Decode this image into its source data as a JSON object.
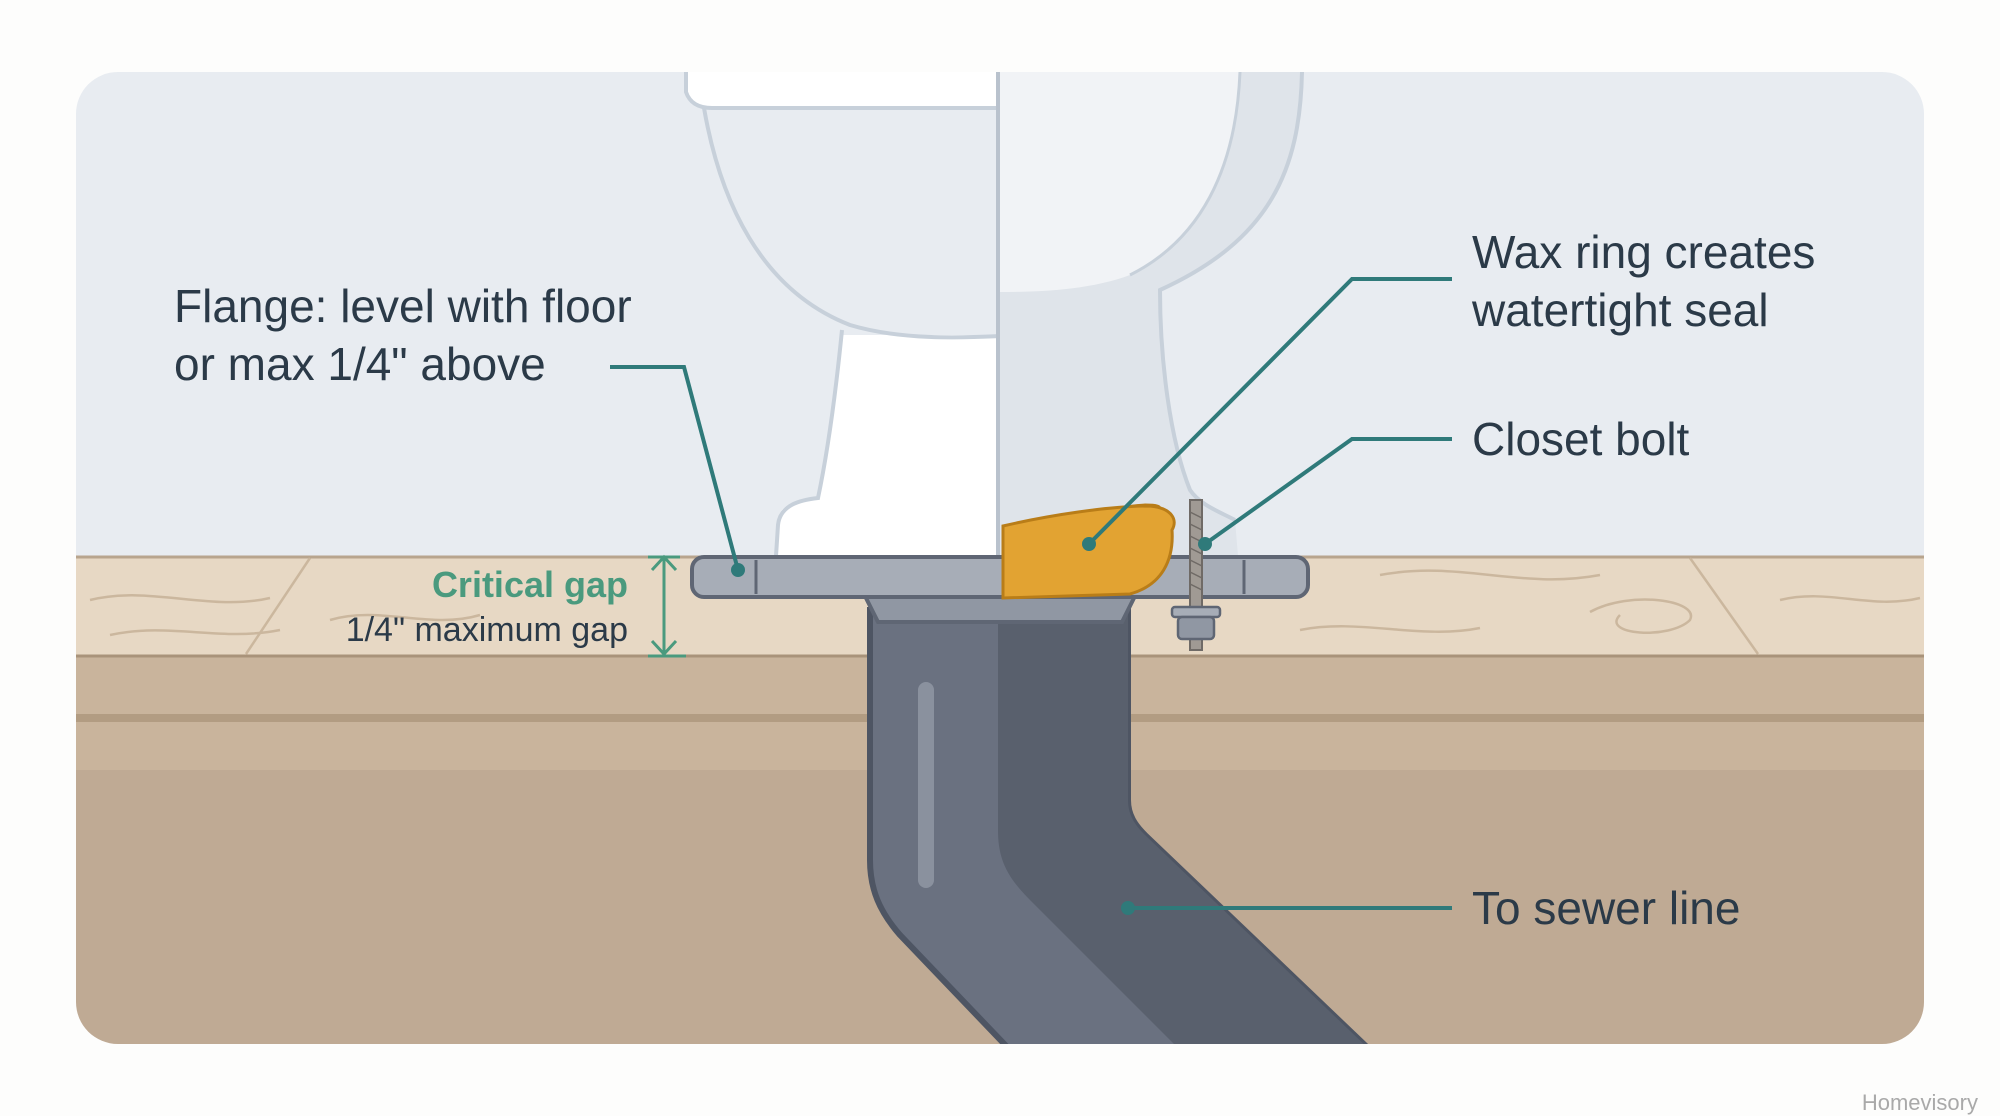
{
  "labels": {
    "flange_line1": "Flange: level with floor",
    "flange_line2": "or max 1/4\" above",
    "wax_line1": "Wax ring creates",
    "wax_line2": "watertight seal",
    "closet_bolt": "Closet bolt",
    "sewer": "To sewer line",
    "gap_title": "Critical gap",
    "gap_sub": "1/4\" maximum gap"
  },
  "brand": "Homevisory",
  "colors": {
    "wall": "#e8ecf1",
    "floor_board": "#e7d8c4",
    "subfloor": "#c9b49c",
    "ground": "#bfaa94",
    "pipe": "#6a7180",
    "wax": "#e2a332",
    "leader": "#2f7a7a",
    "gap_accent": "#4a9a7e",
    "text": "#2b3a48"
  }
}
